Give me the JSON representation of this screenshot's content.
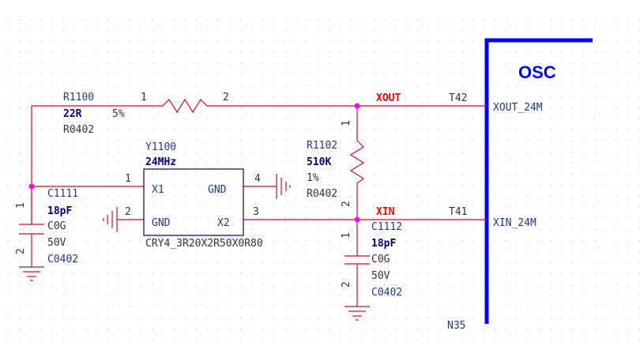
{
  "colors": {
    "wire": "#c8102e",
    "part": "#000080",
    "ref_text": "#1f3a8a",
    "value_text": "#000080",
    "net_label": "#ff0000",
    "pin_number": "#333333",
    "junction": "#ff00ff",
    "block_border": "#0000ff",
    "grid_dot": "#c0c0c0"
  },
  "osc_block": {
    "title": "OSC",
    "pin_xout": "XOUT_24M",
    "pin_xin": "XIN_24M",
    "pin_bottom": "N35"
  },
  "nets": {
    "xout": "XOUT",
    "xin": "XIN",
    "t_xout": "T42",
    "t_xin": "T41"
  },
  "r1100": {
    "ref": "R1100",
    "value": "22R",
    "tolerance": "5%",
    "package": "R0402",
    "pin1": "1",
    "pin2": "2"
  },
  "r1102": {
    "ref": "R1102",
    "value": "510K",
    "tolerance": "1%",
    "package": "R0402",
    "pin1": "1",
    "pin2": "2"
  },
  "y1100": {
    "ref": "Y1100",
    "value": "24MHz",
    "footprint": "CRY4_3R20X2R50X0R80",
    "pin_x1": "X1",
    "pin_gnd_top": "GND",
    "pin_gnd_bottom": "GND",
    "pin_x2": "X2",
    "num1": "1",
    "num2": "2",
    "num3": "3",
    "num4": "4"
  },
  "c1111": {
    "ref": "C1111",
    "value": "18pF",
    "dielectric": "C0G",
    "voltage": "50V",
    "package": "C0402",
    "pin1": "1",
    "pin2": "2"
  },
  "c1112": {
    "ref": "C1112",
    "value": "18pF",
    "dielectric": "C0G",
    "voltage": "50V",
    "package": "C0402",
    "pin1": "1",
    "pin2": "2"
  }
}
